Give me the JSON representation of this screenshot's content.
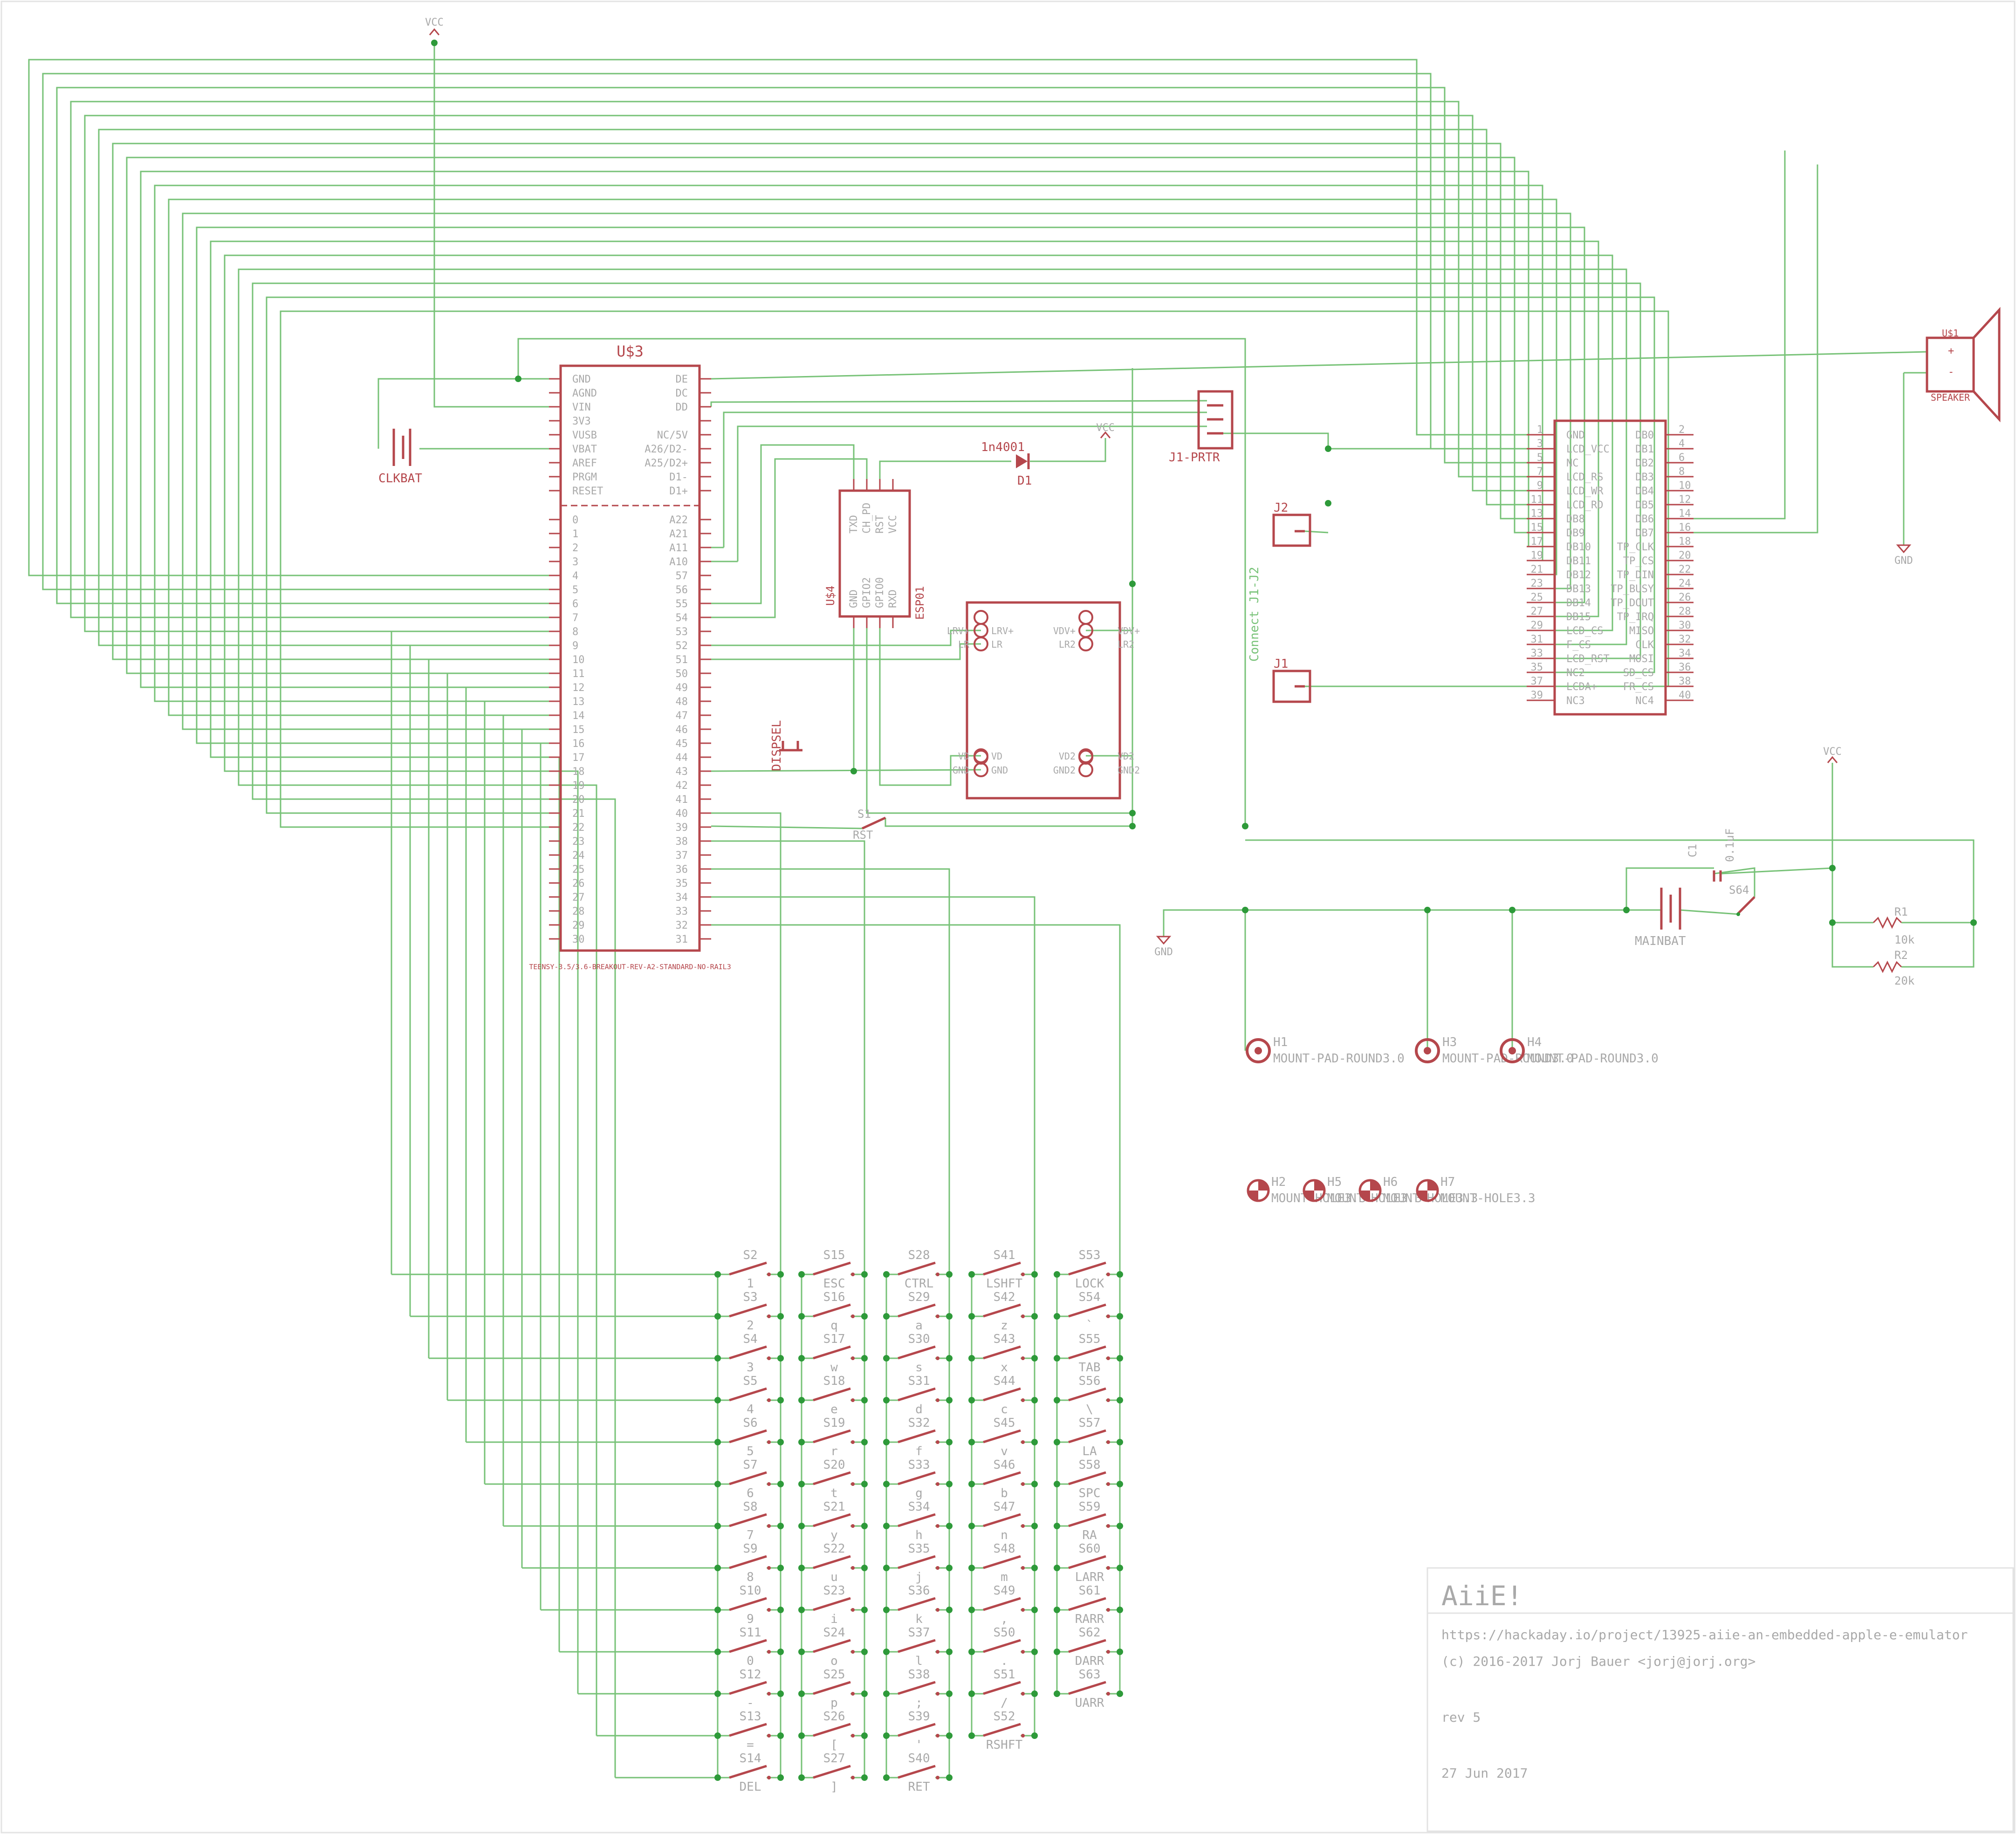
{
  "colors": {
    "wire": "#77c277",
    "part": "#b5474c",
    "junction": "#2e9a3a",
    "label": "#a9a9a9",
    "frame": "#e3e3e3",
    "background": "#ffffff"
  },
  "title_block": {
    "title": "AiiE!",
    "url": "https://hackaday.io/project/13925-aiie-an-embedded-apple-e-emulator",
    "copyright": "(c) 2016-2017 Jorj Bauer <jorj@jorj.org>",
    "revision": "rev 5",
    "date": "27 Jun 2017"
  },
  "teensy": {
    "name": "U$3",
    "value": "TEENSY-3.5/3.6-BREAKOUT-REV-A2-STANDARD-NO-RAIL3",
    "left_top": [
      "GND",
      "AGND",
      "VIN",
      "3V3",
      "VUSB",
      "VBAT",
      "AREF",
      "PRGM",
      "RESET"
    ],
    "right_top": [
      "DE",
      "DC",
      "DD",
      "",
      "NC/5V",
      "A26/D2-",
      "A25/D2+",
      "D1-",
      "D1+"
    ],
    "left_pins": [
      "0",
      "1",
      "2",
      "3",
      "4",
      "5",
      "6",
      "7",
      "8",
      "9",
      "10",
      "11",
      "12",
      "13",
      "14",
      "15",
      "16",
      "17",
      "18",
      "19",
      "20",
      "21",
      "22",
      "23",
      "24",
      "25",
      "26",
      "27",
      "28",
      "29",
      "30"
    ],
    "right_pins": [
      "A22",
      "A21",
      "A11",
      "A10",
      "57",
      "56",
      "55",
      "54",
      "53",
      "52",
      "51",
      "50",
      "49",
      "48",
      "47",
      "46",
      "45",
      "44",
      "43",
      "42",
      "41",
      "40",
      "39",
      "38",
      "37",
      "36",
      "35",
      "34",
      "33",
      "32",
      "31"
    ]
  },
  "power": {
    "vcc": "VCC",
    "gnd": "GND"
  },
  "parts": {
    "clkbat": "CLKBAT",
    "mainbat": "MAINBAT",
    "diode_name": "D1",
    "diode_value": "1n4001",
    "printer": "J1-PRTR",
    "connector_note": "Connect J1-J2",
    "j1": "J1",
    "j2": "J2",
    "speaker_name": "U$1",
    "speaker_value": "SPEAKER",
    "speaker_plus": "+",
    "speaker_minus": "-",
    "esp_name": "U$4",
    "esp_value": "ESP01",
    "esp_top_pins": [
      "TXD",
      "CH_PD",
      "RST",
      "VCC"
    ],
    "esp_bottom_pins": [
      "GND",
      "GPIO2",
      "GPIO0",
      "RXD"
    ],
    "amp_pins": [
      "LRV+",
      "LR",
      "VDV+",
      "LR2",
      "VD",
      "GND",
      "VD2",
      "GND2"
    ],
    "amp_outer": [
      "LRV+",
      "LR",
      "VDV+",
      "LR2",
      "VD",
      "GND",
      "VD2",
      "GND2"
    ],
    "dispsel": "DISPSEL",
    "s1_name": "S1",
    "s1_label": "RST",
    "s64": "S64",
    "c1_name": "C1",
    "c1_value": "0.1uF",
    "r1_name": "R1",
    "r1_value": "10k",
    "r2_name": "R2",
    "r2_value": "20k",
    "h1": "H1",
    "h3": "H3",
    "h4": "H4",
    "pad_value": "MOUNT-PAD-ROUND3.0",
    "h2": "H2",
    "h5": "H5",
    "h6": "H6",
    "h7": "H7",
    "hole_value": "MOUNT-HOLE3.3"
  },
  "lcd": {
    "left_pins": [
      {
        "n": "1",
        "l": "GND"
      },
      {
        "n": "3",
        "l": "LCD_VCC"
      },
      {
        "n": "5",
        "l": "NC"
      },
      {
        "n": "7",
        "l": "LCD_RS"
      },
      {
        "n": "9",
        "l": "LCD_WR"
      },
      {
        "n": "11",
        "l": "LCD_RD"
      },
      {
        "n": "13",
        "l": "DB8"
      },
      {
        "n": "15",
        "l": "DB9"
      },
      {
        "n": "17",
        "l": "DB10"
      },
      {
        "n": "19",
        "l": "DB11"
      },
      {
        "n": "21",
        "l": "DB12"
      },
      {
        "n": "23",
        "l": "DB13"
      },
      {
        "n": "25",
        "l": "DB14"
      },
      {
        "n": "27",
        "l": "DB15"
      },
      {
        "n": "29",
        "l": "LCD_CS"
      },
      {
        "n": "31",
        "l": "F_CS"
      },
      {
        "n": "33",
        "l": "LCD_RST"
      },
      {
        "n": "35",
        "l": "NC2"
      },
      {
        "n": "37",
        "l": "LCDA+"
      },
      {
        "n": "39",
        "l": "NC3"
      }
    ],
    "right_pins": [
      {
        "n": "2",
        "l": "DB0"
      },
      {
        "n": "4",
        "l": "DB1"
      },
      {
        "n": "6",
        "l": "DB2"
      },
      {
        "n": "8",
        "l": "DB3"
      },
      {
        "n": "10",
        "l": "DB4"
      },
      {
        "n": "12",
        "l": "DB5"
      },
      {
        "n": "14",
        "l": "DB6"
      },
      {
        "n": "16",
        "l": "DB7"
      },
      {
        "n": "18",
        "l": "TP_CLK"
      },
      {
        "n": "20",
        "l": "TP_CS"
      },
      {
        "n": "22",
        "l": "TP_DIN"
      },
      {
        "n": "24",
        "l": "TP_BUSY"
      },
      {
        "n": "26",
        "l": "TP_DOUT"
      },
      {
        "n": "28",
        "l": "TP_IRQ"
      },
      {
        "n": "30",
        "l": "MISO"
      },
      {
        "n": "32",
        "l": "CLK"
      },
      {
        "n": "34",
        "l": "MOSI"
      },
      {
        "n": "36",
        "l": "SD_CS"
      },
      {
        "n": "38",
        "l": "FR_CS"
      },
      {
        "n": "40",
        "l": "NC4"
      }
    ]
  },
  "keyboard": {
    "columns": [
      [
        [
          "S2",
          "1"
        ],
        [
          "S3",
          "2"
        ],
        [
          "S4",
          "3"
        ],
        [
          "S5",
          "4"
        ],
        [
          "S6",
          "5"
        ],
        [
          "S7",
          "6"
        ],
        [
          "S8",
          "7"
        ],
        [
          "S9",
          "8"
        ],
        [
          "S10",
          "9"
        ],
        [
          "S11",
          "0"
        ],
        [
          "S12",
          "-"
        ],
        [
          "S13",
          "="
        ],
        [
          "S14",
          "DEL"
        ]
      ],
      [
        [
          "S15",
          "ESC"
        ],
        [
          "S16",
          "q"
        ],
        [
          "S17",
          "w"
        ],
        [
          "S18",
          "e"
        ],
        [
          "S19",
          "r"
        ],
        [
          "S20",
          "t"
        ],
        [
          "S21",
          "y"
        ],
        [
          "S22",
          "u"
        ],
        [
          "S23",
          "i"
        ],
        [
          "S24",
          "o"
        ],
        [
          "S25",
          "p"
        ],
        [
          "S26",
          "["
        ],
        [
          "S27",
          "]"
        ]
      ],
      [
        [
          "S28",
          "CTRL"
        ],
        [
          "S29",
          "a"
        ],
        [
          "S30",
          "s"
        ],
        [
          "S31",
          "d"
        ],
        [
          "S32",
          "f"
        ],
        [
          "S33",
          "g"
        ],
        [
          "S34",
          "h"
        ],
        [
          "S35",
          "j"
        ],
        [
          "S36",
          "k"
        ],
        [
          "S37",
          "l"
        ],
        [
          "S38",
          ";"
        ],
        [
          "S39",
          "'"
        ],
        [
          "S40",
          "RET"
        ]
      ],
      [
        [
          "S41",
          "LSHFT"
        ],
        [
          "S42",
          "z"
        ],
        [
          "S43",
          "x"
        ],
        [
          "S44",
          "c"
        ],
        [
          "S45",
          "v"
        ],
        [
          "S46",
          "b"
        ],
        [
          "S47",
          "n"
        ],
        [
          "S48",
          "m"
        ],
        [
          "S49",
          ","
        ],
        [
          "S50",
          "."
        ],
        [
          "S51",
          "/"
        ],
        [
          "S52",
          "RSHFT"
        ]
      ],
      [
        [
          "S53",
          "LOCK"
        ],
        [
          "S54",
          "`"
        ],
        [
          "S55",
          "TAB"
        ],
        [
          "S56",
          "\\"
        ],
        [
          "S57",
          "LA"
        ],
        [
          "S58",
          "SPC"
        ],
        [
          "S59",
          "RA"
        ],
        [
          "S60",
          "LARR"
        ],
        [
          "S61",
          "RARR"
        ],
        [
          "S62",
          "DARR"
        ],
        [
          "S63",
          "UARR"
        ]
      ]
    ]
  }
}
